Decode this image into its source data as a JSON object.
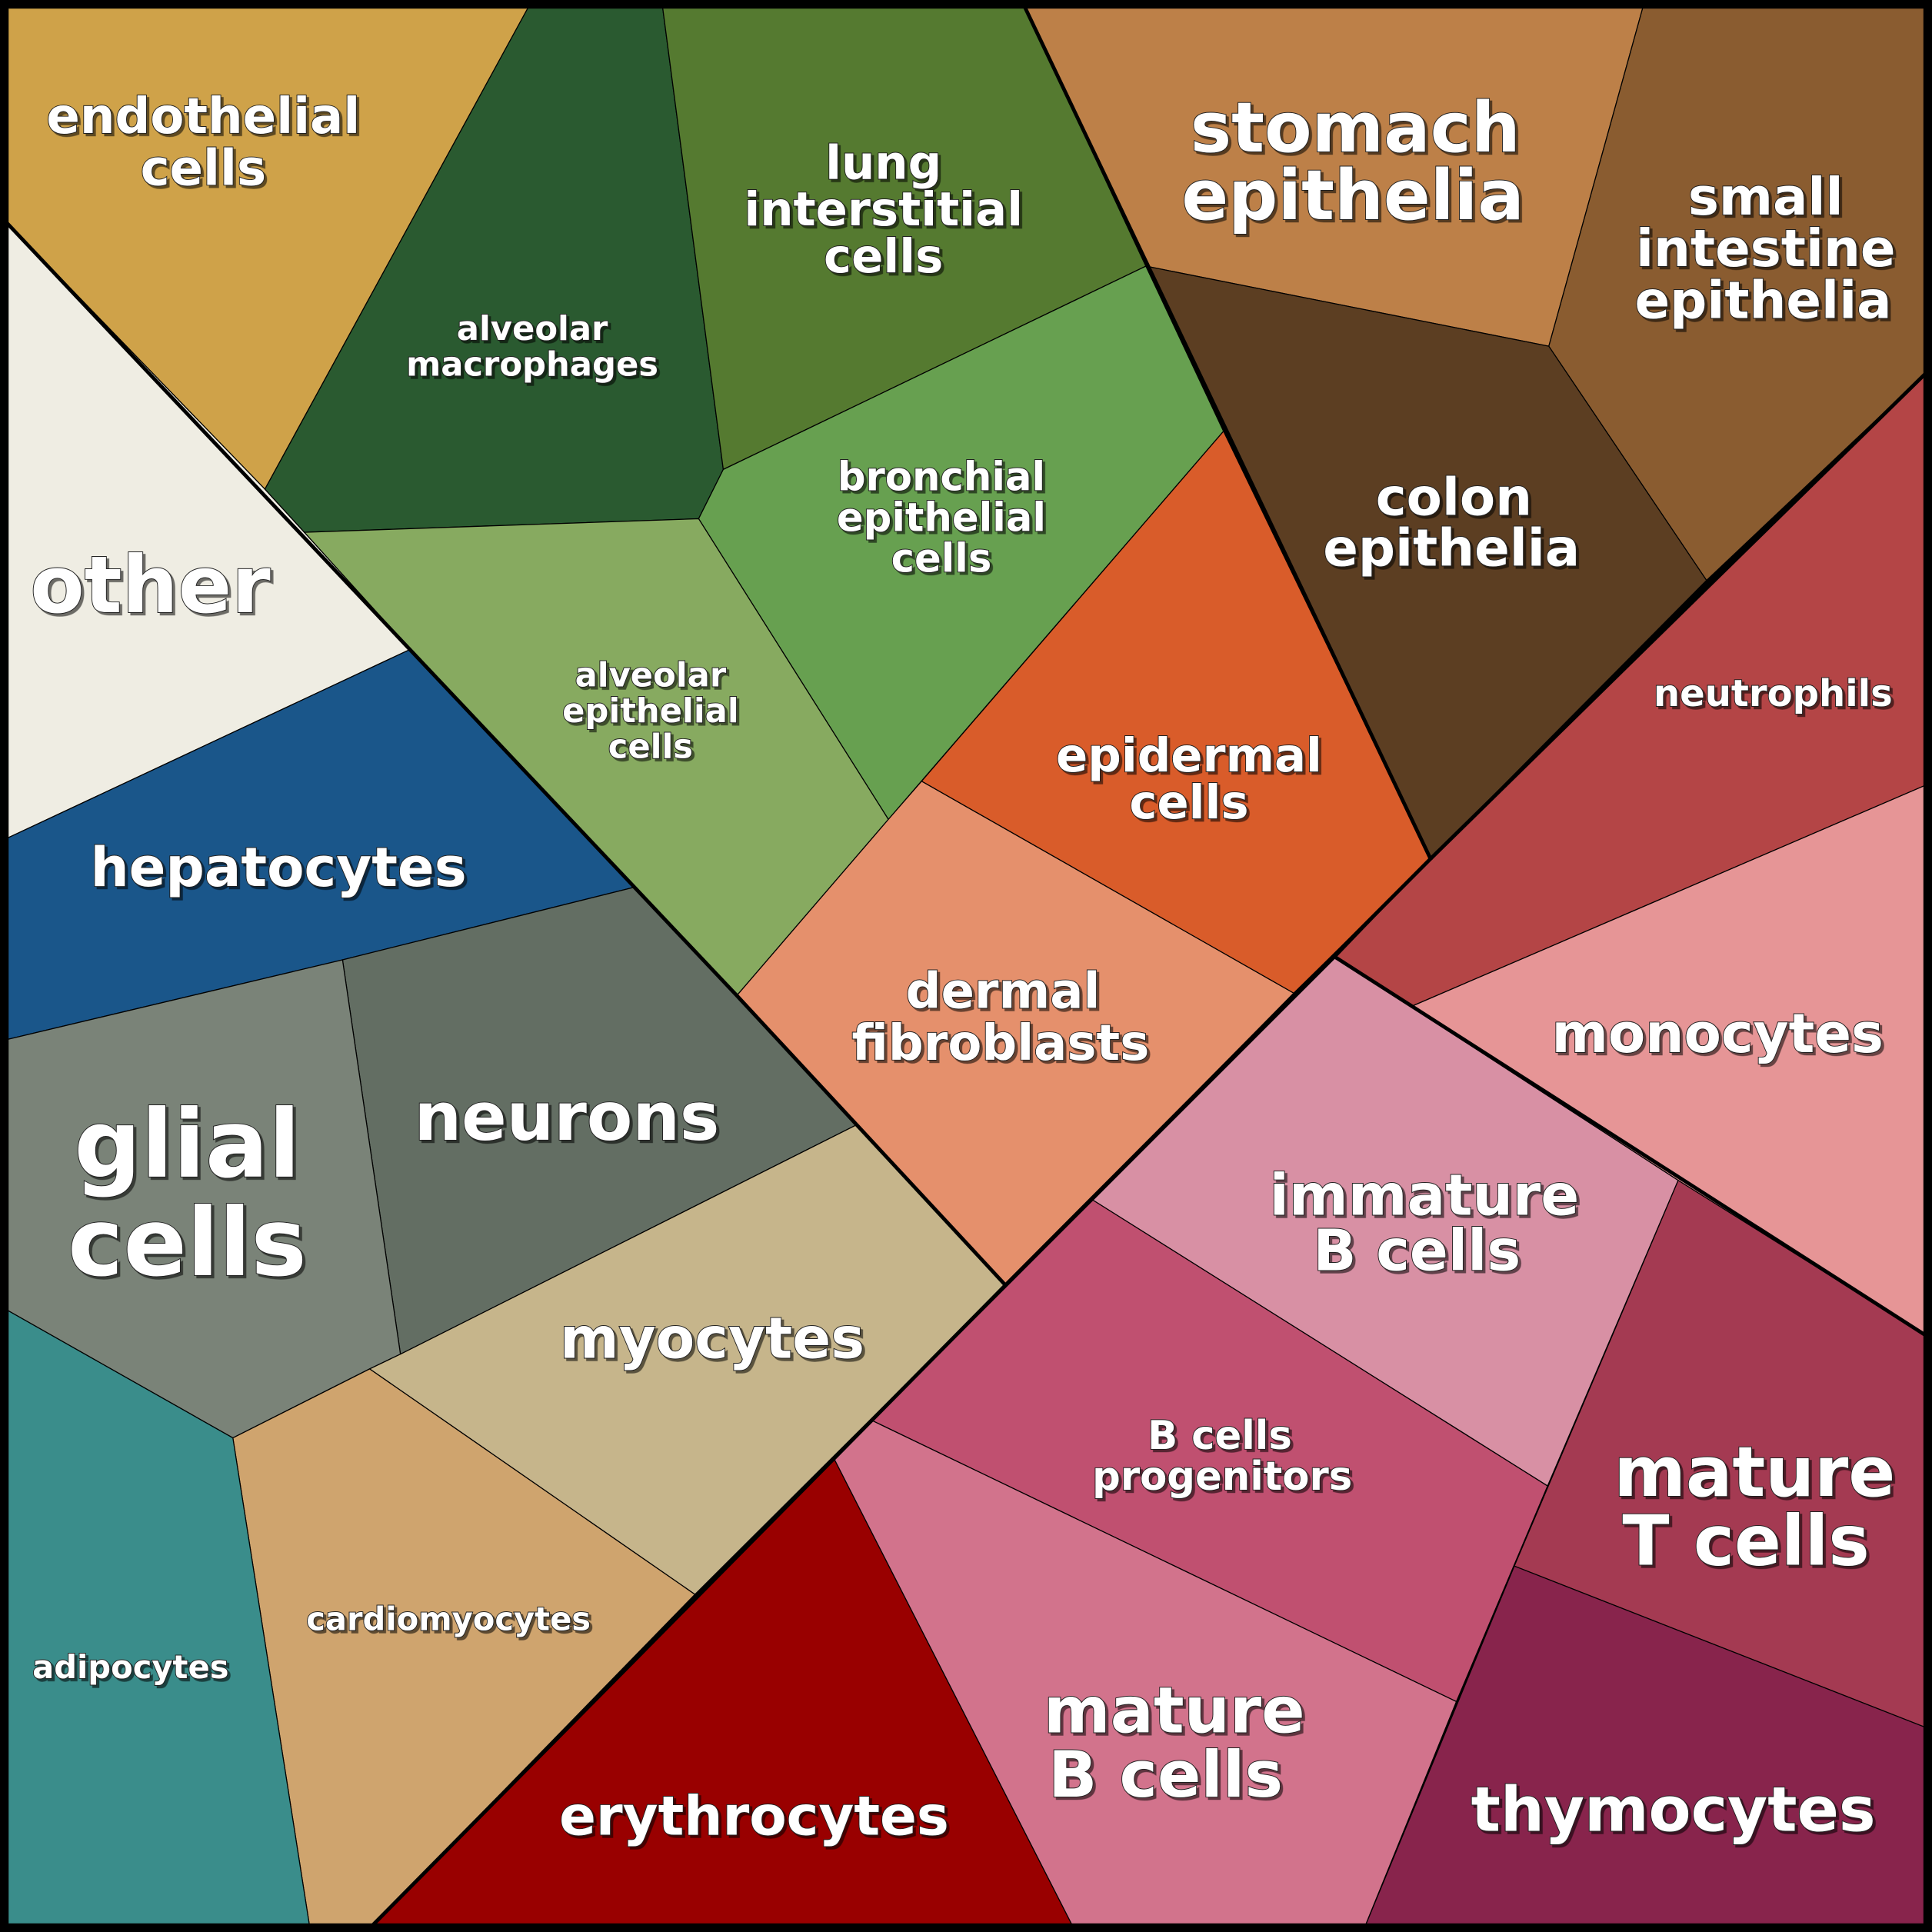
{
  "regions": {
    "endothelial": {
      "l1": "endothelial",
      "l2": "cells",
      "color": "#CFA249"
    },
    "other": {
      "l1": "other",
      "color": "#EFEDE3"
    },
    "alveolar_macrophages": {
      "l1": "alveolar",
      "l2": "macrophages",
      "color": "#2A5A30"
    },
    "lung_interstitial": {
      "l1": "lung",
      "l2": "interstitial",
      "l3": "cells",
      "color": "#557A30"
    },
    "bronchial": {
      "l1": "bronchial",
      "l2": "epithelial",
      "l3": "cells",
      "color": "#67A050"
    },
    "alveolar_epithelial": {
      "l1": "alveolar",
      "l2": "epithelial",
      "l3": "cells",
      "color": "#87AA60"
    },
    "hepatocytes": {
      "l1": "hepatocytes",
      "color": "#1A568A"
    },
    "neurons": {
      "l1": "neurons",
      "color": "#636E63"
    },
    "glial": {
      "l1": "glial",
      "l2": "cells",
      "color": "#7A8378"
    },
    "myocytes": {
      "l1": "myocytes",
      "color": "#C6B58B"
    },
    "cardiomyocytes": {
      "l1": "cardiomyocytes",
      "color": "#CFA46E"
    },
    "adipocytes": {
      "l1": "adipocytes",
      "color": "#3A8D8B"
    },
    "erythrocytes": {
      "l1": "erythrocytes",
      "color": "#990000"
    },
    "dermal": {
      "l1": "dermal",
      "l2": "fibroblasts",
      "color": "#E5906C"
    },
    "epidermal": {
      "l1": "epidermal",
      "l2": "cells",
      "color": "#D95C2A"
    },
    "stomach": {
      "l1": "stomach",
      "l2": "epithelia",
      "color": "#BD8048"
    },
    "small_intestine": {
      "l1": "small",
      "l2": "intestine",
      "l3": "epithelia",
      "color": "#8A5C30"
    },
    "colon": {
      "l1": "colon",
      "l2": "epithelia",
      "color": "#5C3E22"
    },
    "neutrophils": {
      "l1": "neutrophils",
      "color": "#B44546"
    },
    "monocytes": {
      "l1": "monocytes",
      "color": "#E69596"
    },
    "immature_b": {
      "l1": "immature",
      "l2": "B cells",
      "color": "#D890A4"
    },
    "b_progenitors": {
      "l1": "B cells",
      "l2": "progenitors",
      "color": "#C05070"
    },
    "mature_t": {
      "l1": "mature",
      "l2": "T cells",
      "color": "#A43A52"
    },
    "mature_b": {
      "l1": "mature",
      "l2": "B cells",
      "color": "#D2738C"
    },
    "thymocytes": {
      "l1": "thymocytes",
      "color": "#88244C"
    }
  }
}
